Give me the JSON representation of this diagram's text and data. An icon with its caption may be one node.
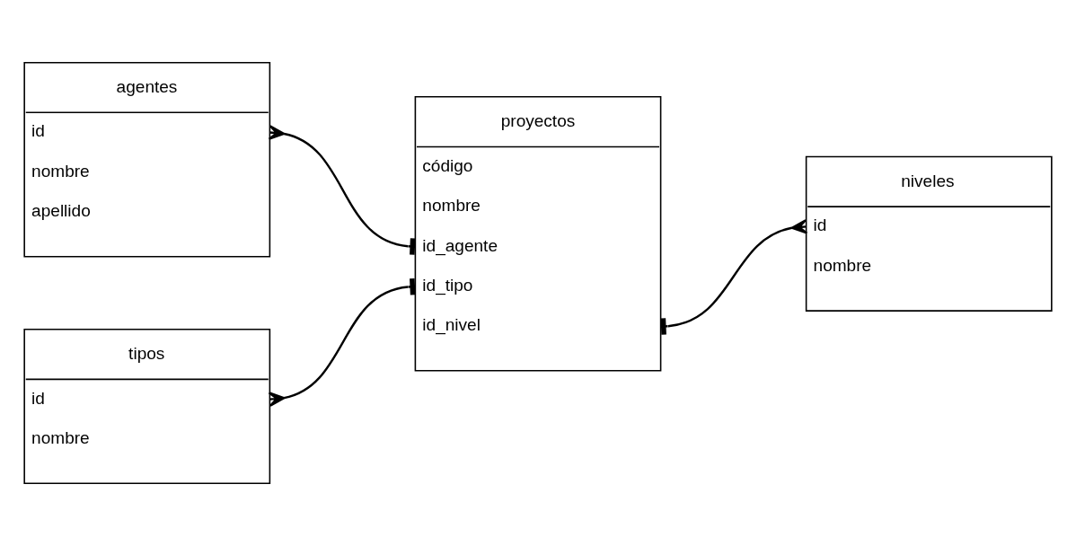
{
  "diagram": {
    "nodes": [
      {
        "text": [
          "agentes",
          "id",
          "nombre",
          "apellido"
        ]
      },
      {
        "text": [
          "proyectos",
          "código",
          "nombre",
          "id_agente",
          "id_tipo",
          "id_nivel"
        ]
      },
      {
        "text": [
          "niveles",
          "id",
          "nombre"
        ]
      },
      {
        "text": [
          "tipos",
          "id",
          "nombre"
        ]
      }
    ],
    "edges": [
      {
        "from": 0,
        "to": 1,
        "arrow": "other"
      },
      {
        "from": 3,
        "to": 1,
        "arrow": "other"
      },
      {
        "from": 2,
        "to": 1,
        "arrow": "other"
      }
    ]
  }
}
